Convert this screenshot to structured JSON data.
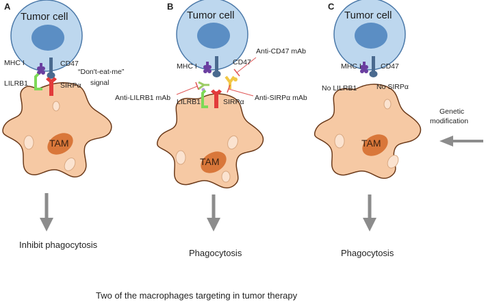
{
  "panels": [
    {
      "letter": "A",
      "tumor_label": "Tumor cell",
      "mhc_label": "MHC I",
      "cd47_label": "CD47",
      "lilrb1_label": "LILRB1",
      "sirpa_label": "SIRPα",
      "signal_label_1": "“Don't-eat-me”",
      "signal_label_2": "signal",
      "tam_label": "TAM",
      "result": "Inhibit phagocytosis"
    },
    {
      "letter": "B",
      "tumor_label": "Tumor cell",
      "mhc_label": "MHC I",
      "cd47_label": "CD47",
      "lilrb1_label": "LILRB1",
      "sirpa_label": "SIRPα",
      "anti_cd47": "Anti-CD47 mAb",
      "anti_lilrb1": "Anti-LILRB1 mAb",
      "anti_sirpa": "Anti-SIRPα mAb",
      "tam_label": "TAM",
      "result": "Phagocytosis"
    },
    {
      "letter": "C",
      "tumor_label": "Tumor cell",
      "mhc_label": "MHC I",
      "cd47_label": "CD47",
      "no_lilrb1": "No LILRB1",
      "no_sirpa": "No SIRPα",
      "genetic_1": "Genetic",
      "genetic_2": "modification",
      "tam_label": "TAM",
      "result": "Phagocytosis"
    }
  ],
  "caption": "Two of the macrophages targeting in tumor therapy",
  "colors": {
    "tumor_fill": "#bdd7ee",
    "tumor_stroke": "#4a78a8",
    "nucleus": "#5b8ec4",
    "tam_fill": "#f6c9a4",
    "tam_stroke": "#6b3a1a",
    "tam_nucleus": "#d9773a",
    "vesicle": "#fbe3d0",
    "mhc": "#6a3fa0",
    "cd47": "#4a6a8f",
    "sirpa": "#e23b3b",
    "lilrb1": "#7ed957",
    "antibody_yellow": "#f2c744",
    "antibody_green": "#9ccc65",
    "arrow": "#8c8c8c",
    "inhibit_line": "#e05555"
  }
}
